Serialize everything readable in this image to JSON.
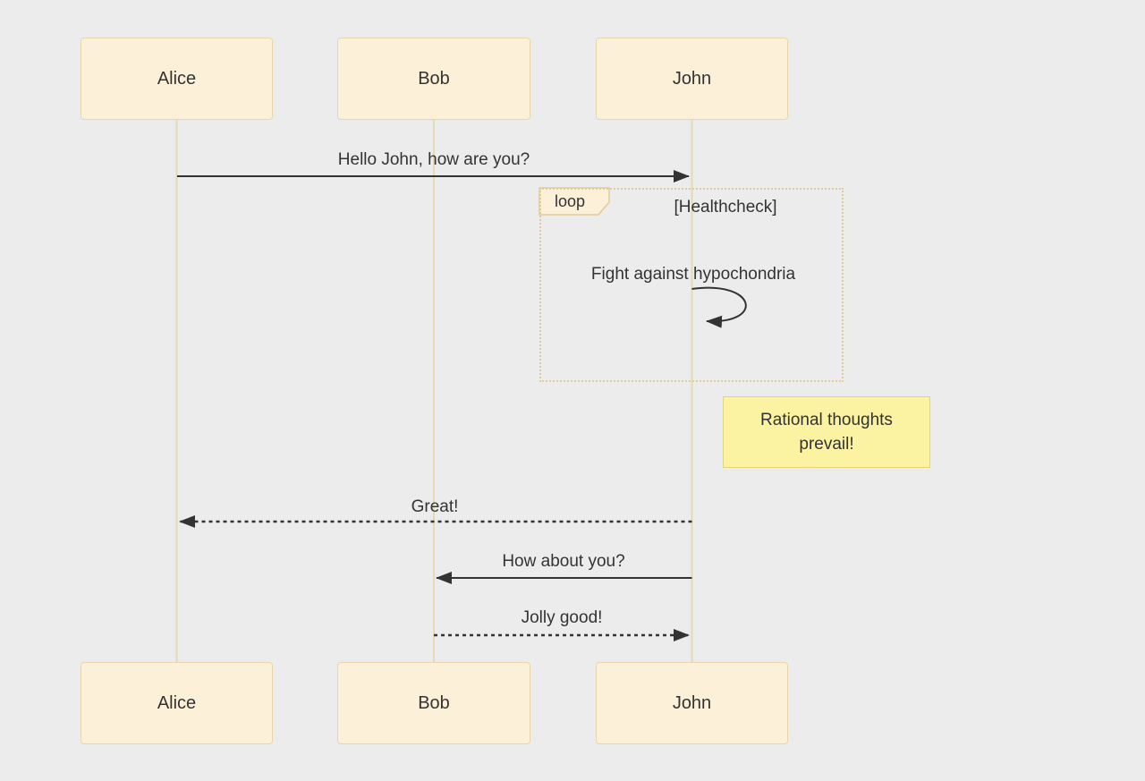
{
  "diagram": {
    "type": "sequence-diagram",
    "actors": [
      {
        "name": "Alice"
      },
      {
        "name": "Bob"
      },
      {
        "name": "John"
      }
    ],
    "messages": [
      {
        "from": "Alice",
        "to": "John",
        "text": "Hello John, how are you?",
        "line": "solid",
        "arrow": "filled"
      },
      {
        "from": "John",
        "to": "John",
        "text": "Fight against hypochondria",
        "line": "solid-self",
        "arrow": "filled"
      },
      {
        "from": "John",
        "to": "Alice",
        "text": "Great!",
        "line": "dashed",
        "arrow": "filled"
      },
      {
        "from": "John",
        "to": "Bob",
        "text": "How about you?",
        "line": "solid",
        "arrow": "filled"
      },
      {
        "from": "Bob",
        "to": "John",
        "text": "Jolly good!",
        "line": "dashed",
        "arrow": "filled"
      }
    ],
    "loop": {
      "label": "loop",
      "condition": "[Healthcheck]"
    },
    "note": {
      "position": "right of John",
      "text": "Rational thoughts prevail!"
    },
    "colors": {
      "background": "#ececec",
      "actor_fill": "#fcf0d8",
      "actor_border": "#e7d5ad",
      "lifeline": "#e9d8b5",
      "loop_border": "#e0cb99",
      "note_fill": "#fbf3a2",
      "note_border": "#e3d77b",
      "message_line": "#333333",
      "text": "#333333"
    }
  }
}
